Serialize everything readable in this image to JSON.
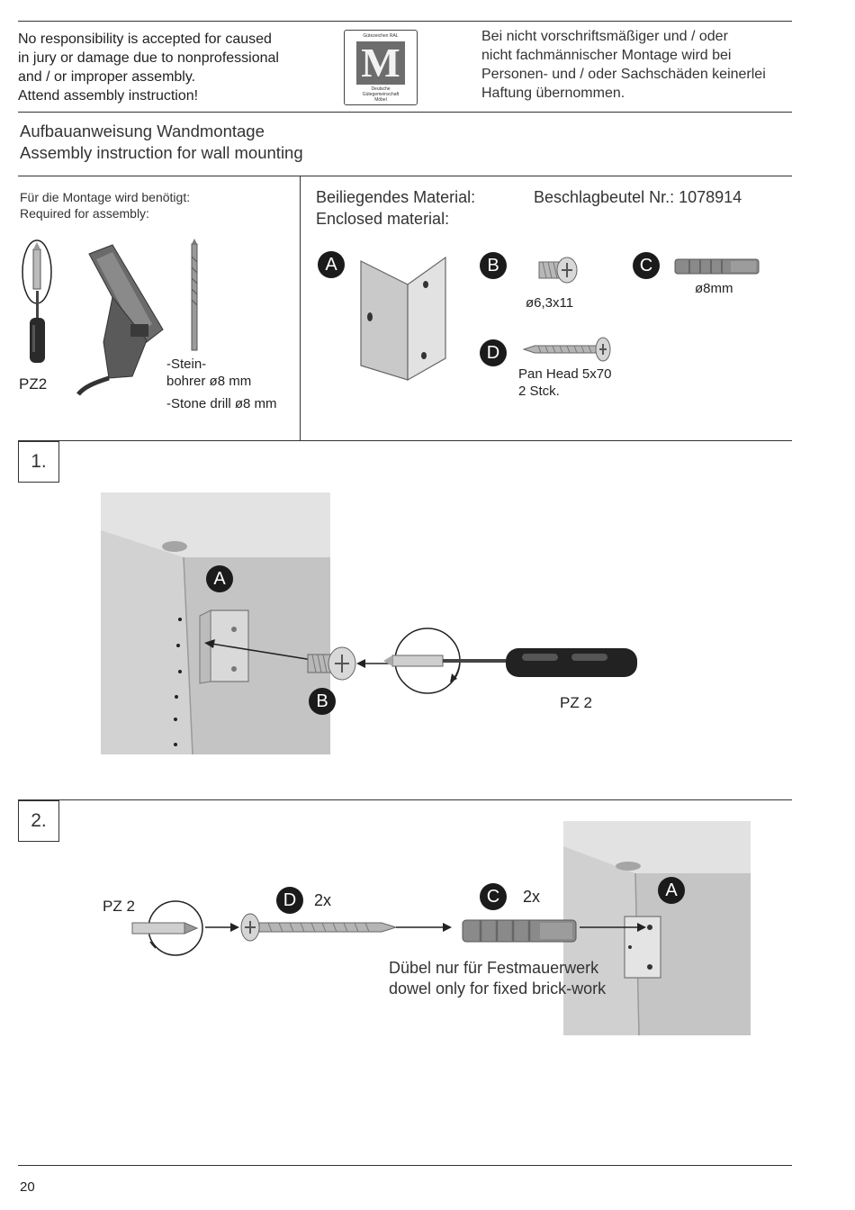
{
  "header": {
    "warning_en": [
      "No responsibility is accepted for caused",
      "in jury or damage due to nonprofessional",
      "and / or improper assembly.",
      "Attend assembly instruction!"
    ],
    "warning_de": [
      "Bei nicht vorschriftsmäßiger und / oder",
      "nicht fachmännischer Montage wird bei",
      "Personen- und / oder Sachschäden keinerlei",
      "Haftung übernommen."
    ],
    "logo": {
      "letter": "M",
      "top_text": "Gütezeichen RAL",
      "bottom_text_1": "Deutsche",
      "bottom_text_2": "Gütegemeinschaft",
      "bottom_text_3": "Möbel"
    }
  },
  "title": {
    "de": "Aufbauanweisung Wandmontage",
    "en": "Assembly instruction for wall mounting"
  },
  "tools": {
    "heading_de": "Für die Montage wird benötigt:",
    "heading_en": "Required for assembly:",
    "screwdriver_label": "PZ2",
    "drill_label_1": "-Stein-",
    "drill_label_2": "bohrer ø8 mm",
    "drill_label_3": "-Stone drill ø8 mm"
  },
  "material": {
    "heading_de": "Beiliegendes Material:",
    "heading_en": "Enclosed material:",
    "bag_number": "Beschlagbeutel Nr.: 1078914",
    "items": [
      {
        "letter": "A",
        "caption": ""
      },
      {
        "letter": "B",
        "caption": "ø6,3x11"
      },
      {
        "letter": "C",
        "caption": "ø8mm"
      },
      {
        "letter": "D",
        "caption_1": "Pan Head 5x70",
        "caption_2": "2 Stck."
      }
    ]
  },
  "step1": {
    "number": "1.",
    "badge_a": "A",
    "badge_b": "B",
    "tool_label": "PZ 2"
  },
  "step2": {
    "number": "2.",
    "tool_label": "PZ 2",
    "badge_d": "D",
    "qty_d": "2x",
    "badge_c": "C",
    "qty_c": "2x",
    "badge_a": "A",
    "note_de": "Dübel nur für Festmauerwerk",
    "note_en": "dowel only for fixed brick-work"
  },
  "footer": {
    "page_number": "20"
  }
}
